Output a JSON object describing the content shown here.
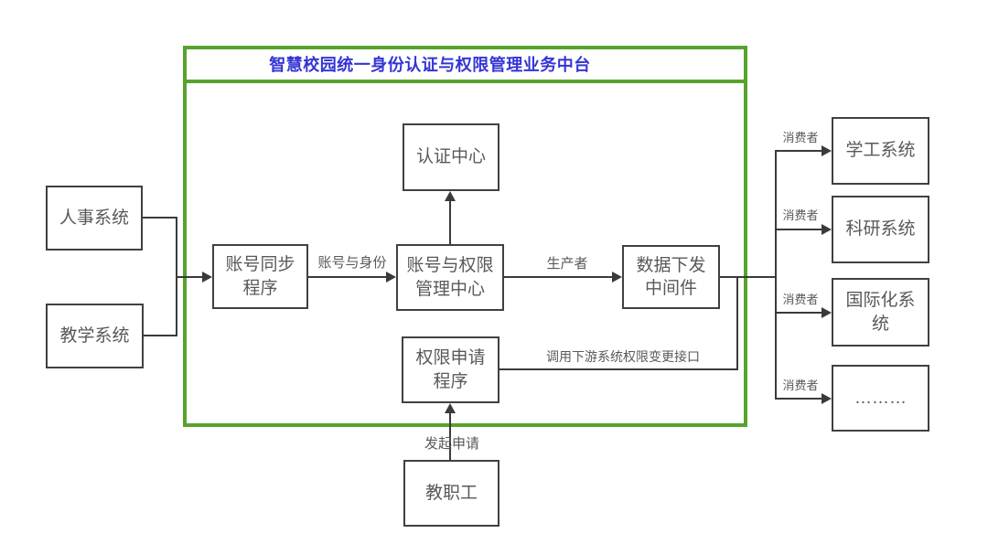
{
  "title": "智慧校园统一身份认证与权限管理业务中台",
  "nodes": {
    "hr_system": {
      "label": "人事系统"
    },
    "teaching_system": {
      "label": "教学系统"
    },
    "auth_center": {
      "label": "认证中心"
    },
    "account_sync": {
      "label": "账号同步\n程序"
    },
    "account_perm_center": {
      "label": "账号与权限\n管理中心"
    },
    "data_middleware": {
      "label": "数据下发\n中间件"
    },
    "perm_request": {
      "label": "权限申请\n程序"
    },
    "staff": {
      "label": "教职工"
    },
    "student_system": {
      "label": "学工系统"
    },
    "research_system": {
      "label": "科研系统"
    },
    "international_system": {
      "label": "国际化系\n统"
    },
    "others": {
      "label": "………"
    }
  },
  "edge_labels": {
    "account_identity": "账号与身份",
    "producer": "生产者",
    "callback": "调用下游系统权限变更接口",
    "initiate": "发起申请",
    "consumer": "消费者"
  },
  "colors": {
    "container_green": "#57a32b",
    "title_blue": "#3434d6",
    "box_border": "#404040",
    "line": "#3a3a3a",
    "text": "#595959"
  }
}
